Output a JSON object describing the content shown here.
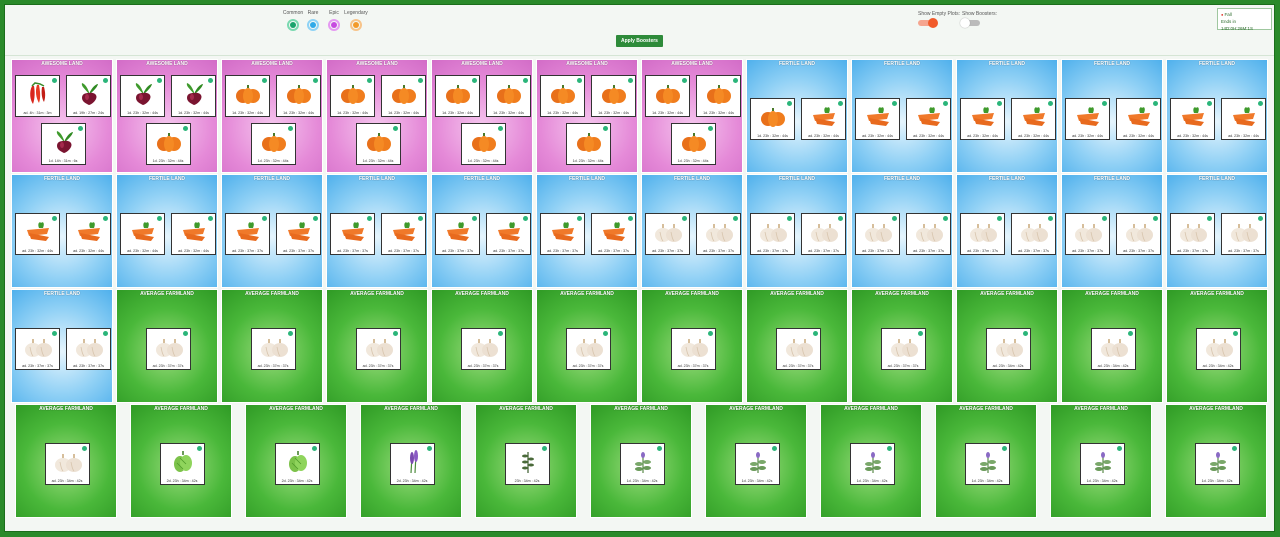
{
  "filters": {
    "rarities": [
      {
        "label": "Common"
      },
      {
        "label": "Rare"
      },
      {
        "label": "Epic"
      },
      {
        "label": "Legendary"
      }
    ],
    "apply_boosters_label": "Apply Boosters",
    "show_empty_plots_label": "Show Empty Plots:",
    "show_empty_plots_on": true,
    "show_boosters_label": "Show Boosters:",
    "show_boosters_on": false
  },
  "season": {
    "name": "Fall",
    "ends_in": "Ends in 14D:0H:26M:1S"
  },
  "lands": [
    {
      "type": "awesome",
      "title": "AWESOME LAND",
      "plots": [
        {
          "crop": "chili",
          "time": "ad. 4h : 31m : 3m"
        },
        {
          "crop": "beet",
          "time": "ad. 19h : 27m : 24s"
        },
        {
          "crop": "beet",
          "time": "1d. 14h : 31m : 6s"
        }
      ]
    },
    {
      "type": "awesome",
      "title": "AWESOME LAND",
      "plots": [
        {
          "crop": "beet",
          "time": "1d. 23h : 32m : 44s"
        },
        {
          "crop": "beet",
          "time": "1d. 23h : 32m : 44s"
        },
        {
          "crop": "pumpkin",
          "time": "1d. 23h : 32m : 44s"
        }
      ]
    },
    {
      "type": "awesome",
      "title": "AWESOME LAND",
      "plots": [
        {
          "crop": "pumpkin",
          "time": "1d. 23h : 32m : 44s"
        },
        {
          "crop": "pumpkin",
          "time": "1d. 23h : 32m : 44s"
        },
        {
          "crop": "pumpkin",
          "time": "1d. 23h : 32m : 44s"
        }
      ]
    },
    {
      "type": "awesome",
      "title": "AWESOME LAND",
      "plots": [
        {
          "crop": "pumpkin",
          "time": "1d. 23h : 32m : 44s"
        },
        {
          "crop": "pumpkin",
          "time": "1d. 23h : 32m : 44s"
        },
        {
          "crop": "pumpkin",
          "time": "1d. 23h : 32m : 44s"
        }
      ]
    },
    {
      "type": "awesome",
      "title": "AWESOME LAND",
      "plots": [
        {
          "crop": "pumpkin",
          "time": "1d. 23h : 32m : 44s"
        },
        {
          "crop": "pumpkin",
          "time": "1d. 23h : 32m : 44s"
        },
        {
          "crop": "pumpkin",
          "time": "1d. 23h : 32m : 44s"
        }
      ]
    },
    {
      "type": "awesome",
      "title": "AWESOME LAND",
      "plots": [
        {
          "crop": "pumpkin",
          "time": "1d. 23h : 32m : 44s"
        },
        {
          "crop": "pumpkin",
          "time": "1d. 23h : 32m : 44s"
        },
        {
          "crop": "pumpkin",
          "time": "1d. 23h : 32m : 44s"
        }
      ]
    },
    {
      "type": "awesome",
      "title": "AWESOME LAND",
      "plots": [
        {
          "crop": "pumpkin",
          "time": "1d. 23h : 32m : 44s"
        },
        {
          "crop": "pumpkin",
          "time": "1d. 23h : 32m : 44s"
        },
        {
          "crop": "pumpkin",
          "time": "1d. 23h : 32m : 44s"
        }
      ]
    },
    {
      "type": "fertile",
      "title": "FERTILE LAND",
      "plots": [
        {
          "crop": "pumpkin",
          "time": "1d. 23h : 32m : 44s"
        },
        {
          "crop": "carrot",
          "time": "ad. 23h : 32m : 44s"
        }
      ]
    },
    {
      "type": "fertile",
      "title": "FERTILE LAND",
      "plots": [
        {
          "crop": "carrot",
          "time": "ad. 23h : 32m : 44s"
        },
        {
          "crop": "carrot",
          "time": "ad. 23h : 32m : 44s"
        }
      ]
    },
    {
      "type": "fertile",
      "title": "FERTILE LAND",
      "plots": [
        {
          "crop": "carrot",
          "time": "ad. 23h : 32m : 44s"
        },
        {
          "crop": "carrot",
          "time": "ad. 23h : 32m : 44s"
        }
      ]
    },
    {
      "type": "fertile",
      "title": "FERTILE LAND",
      "plots": [
        {
          "crop": "carrot",
          "time": "ad. 23h : 32m : 44s"
        },
        {
          "crop": "carrot",
          "time": "ad. 23h : 32m : 44s"
        }
      ]
    },
    {
      "type": "fertile",
      "title": "FERTILE LAND",
      "plots": [
        {
          "crop": "carrot",
          "time": "ad. 23h : 32m : 44s"
        },
        {
          "crop": "carrot",
          "time": "ad. 23h : 32m : 44s"
        }
      ]
    },
    {
      "type": "fertile",
      "title": "FERTILE LAND",
      "plots": [
        {
          "crop": "carrot",
          "time": "ad. 23h : 32m : 44s"
        },
        {
          "crop": "carrot",
          "time": "ad. 23h : 32m : 44s"
        }
      ]
    },
    {
      "type": "fertile",
      "title": "FERTILE LAND",
      "plots": [
        {
          "crop": "carrot",
          "time": "ad. 23h : 32m : 44s"
        },
        {
          "crop": "carrot",
          "time": "ad. 23h : 32m : 44s"
        }
      ]
    },
    {
      "type": "fertile",
      "title": "FERTILE LAND",
      "plots": [
        {
          "crop": "carrot",
          "time": "ad. 23h : 37m : 37s"
        },
        {
          "crop": "carrot",
          "time": "ad. 23h : 37m : 37s"
        }
      ]
    },
    {
      "type": "fertile",
      "title": "FERTILE LAND",
      "plots": [
        {
          "crop": "carrot",
          "time": "ad. 23h : 37m : 37s"
        },
        {
          "crop": "carrot",
          "time": "ad. 23h : 37m : 37s"
        }
      ]
    },
    {
      "type": "fertile",
      "title": "FERTILE LAND",
      "plots": [
        {
          "crop": "carrot",
          "time": "ad. 23h : 37m : 37s"
        },
        {
          "crop": "carrot",
          "time": "ad. 23h : 37m : 37s"
        }
      ]
    },
    {
      "type": "fertile",
      "title": "FERTILE LAND",
      "plots": [
        {
          "crop": "carrot",
          "time": "ad. 23h : 37m : 37s"
        },
        {
          "crop": "carrot",
          "time": "ad. 23h : 37m : 37s"
        }
      ]
    },
    {
      "type": "fertile",
      "title": "FERTILE LAND",
      "plots": [
        {
          "crop": "garlic",
          "time": "ad. 23h : 37m : 37s"
        },
        {
          "crop": "garlic",
          "time": "ad. 23h : 37m : 37s"
        }
      ]
    },
    {
      "type": "fertile",
      "title": "FERTILE LAND",
      "plots": [
        {
          "crop": "garlic",
          "time": "ad. 23h : 37m : 37s"
        },
        {
          "crop": "garlic",
          "time": "ad. 23h : 37m : 37s"
        }
      ]
    },
    {
      "type": "fertile",
      "title": "FERTILE LAND",
      "plots": [
        {
          "crop": "garlic",
          "time": "ad. 23h : 37m : 37s"
        },
        {
          "crop": "garlic",
          "time": "ad. 23h : 37m : 37s"
        }
      ]
    },
    {
      "type": "fertile",
      "title": "FERTILE LAND",
      "plots": [
        {
          "crop": "garlic",
          "time": "ad. 23h : 37m : 37s"
        },
        {
          "crop": "garlic",
          "time": "ad. 23h : 37m : 37s"
        }
      ]
    },
    {
      "type": "fertile",
      "title": "FERTILE LAND",
      "plots": [
        {
          "crop": "garlic",
          "time": "ad. 23h : 37m : 37s"
        },
        {
          "crop": "garlic",
          "time": "ad. 23h : 37m : 37s"
        }
      ]
    },
    {
      "type": "fertile",
      "title": "FERTILE LAND",
      "plots": [
        {
          "crop": "garlic",
          "time": "ad. 23h : 37m : 37s"
        },
        {
          "crop": "garlic",
          "time": "ad. 23h : 37m : 37s"
        }
      ]
    },
    {
      "type": "fertile",
      "title": "FERTILE LAND",
      "plots": [
        {
          "crop": "garlic",
          "time": "ad. 23h : 37m : 37s"
        },
        {
          "crop": "garlic",
          "time": "ad. 23h : 37m : 37s"
        }
      ]
    },
    {
      "type": "average",
      "title": "AVERAGE FARMLAND",
      "plots": [
        {
          "crop": "garlic",
          "time": "ad. 23h : 37m : 37s"
        }
      ]
    },
    {
      "type": "average",
      "title": "AVERAGE FARMLAND",
      "plots": [
        {
          "crop": "garlic",
          "time": "ad. 23h : 37m : 37s"
        }
      ]
    },
    {
      "type": "average",
      "title": "AVERAGE FARMLAND",
      "plots": [
        {
          "crop": "garlic",
          "time": "ad. 23h : 37m : 37s"
        }
      ]
    },
    {
      "type": "average",
      "title": "AVERAGE FARMLAND",
      "plots": [
        {
          "crop": "garlic",
          "time": "ad. 23h : 37m : 37s"
        }
      ]
    },
    {
      "type": "average",
      "title": "AVERAGE FARMLAND",
      "plots": [
        {
          "crop": "garlic",
          "time": "ad. 23h : 37m : 37s"
        }
      ]
    },
    {
      "type": "average",
      "title": "AVERAGE FARMLAND",
      "plots": [
        {
          "crop": "garlic",
          "time": "ad. 23h : 37m : 37s"
        }
      ]
    },
    {
      "type": "average",
      "title": "AVERAGE FARMLAND",
      "plots": [
        {
          "crop": "garlic",
          "time": "ad. 23h : 37m : 37s"
        }
      ]
    },
    {
      "type": "average",
      "title": "AVERAGE FARMLAND",
      "plots": [
        {
          "crop": "garlic",
          "time": "ad. 23h : 37m : 37s"
        }
      ]
    },
    {
      "type": "average",
      "title": "AVERAGE FARMLAND",
      "plots": [
        {
          "crop": "garlic",
          "time": "ad. 23h : 34m : 42s"
        }
      ]
    },
    {
      "type": "average",
      "title": "AVERAGE FARMLAND",
      "plots": [
        {
          "crop": "garlic",
          "time": "ad. 23h : 34m : 42s"
        }
      ]
    },
    {
      "type": "average",
      "title": "AVERAGE FARMLAND",
      "plots": [
        {
          "crop": "garlic",
          "time": "ad. 23h : 34m : 42s"
        }
      ]
    },
    {
      "type": "average",
      "title": "AVERAGE FARMLAND",
      "plots": [
        {
          "crop": "garlic",
          "time": "ad. 23h : 34m : 42s"
        }
      ]
    },
    {
      "type": "average",
      "title": "AVERAGE FARMLAND",
      "plots": [
        {
          "crop": "hops",
          "time": "2d. 23h : 34m : 42s"
        }
      ]
    },
    {
      "type": "average",
      "title": "AVERAGE FARMLAND",
      "plots": [
        {
          "crop": "hops",
          "time": "2d. 23h : 34m : 42s"
        }
      ]
    },
    {
      "type": "average",
      "title": "AVERAGE FARMLAND",
      "plots": [
        {
          "crop": "lavender",
          "time": "2d. 23h : 34m : 42s"
        }
      ]
    },
    {
      "type": "average",
      "title": "AVERAGE FARMLAND",
      "plots": [
        {
          "crop": "herb",
          "time": "23h : 34m : 42s"
        }
      ]
    },
    {
      "type": "average",
      "title": "AVERAGE FARMLAND",
      "plots": [
        {
          "crop": "sage",
          "time": "1d. 23h : 34m : 42s"
        }
      ]
    },
    {
      "type": "average",
      "title": "AVERAGE FARMLAND",
      "plots": [
        {
          "crop": "sage",
          "time": "1d. 23h : 34m : 42s"
        }
      ]
    },
    {
      "type": "average",
      "title": "AVERAGE FARMLAND",
      "plots": [
        {
          "crop": "sage",
          "time": "1d. 23h : 34m : 42s"
        }
      ]
    },
    {
      "type": "average",
      "title": "AVERAGE FARMLAND",
      "plots": [
        {
          "crop": "sage",
          "time": "1d. 23h : 34m : 42s"
        }
      ]
    },
    {
      "type": "average",
      "title": "AVERAGE FARMLAND",
      "plots": [
        {
          "crop": "sage",
          "time": "1d. 23h : 34m : 42s"
        }
      ]
    },
    {
      "type": "average",
      "title": "AVERAGE FARMLAND",
      "plots": [
        {
          "crop": "sage",
          "time": "1d. 23h : 34m : 42s"
        }
      ]
    }
  ]
}
